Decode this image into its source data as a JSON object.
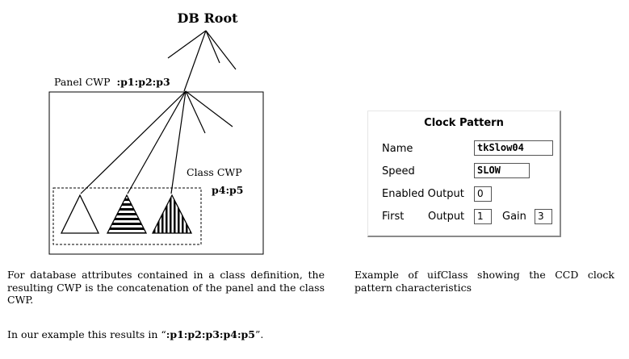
{
  "diagram": {
    "root_label": "DB Root",
    "panel_label_prefix": "Panel CWP",
    "panel_label_path": ":p1:p2:p3",
    "class_label": "Class CWP",
    "class_label_path": "p4:p5"
  },
  "clock_pattern": {
    "title": "Clock Pattern",
    "name_label": "Name",
    "name_value": "tkSlow04",
    "speed_label": "Speed",
    "speed_value": "SLOW",
    "enabled_output_label": "Enabled Output",
    "enabled_output_value": "0",
    "first_label": "First",
    "output_label": "Output",
    "output_value": "1",
    "gain_label": "Gain",
    "gain_value": "3"
  },
  "captions": {
    "left": "For database attributes contained in a class definition, the resulting CWP is the concatenation of the panel and the class CWP.",
    "example_prefix": "In our example this results in “",
    "example_path": ":p1:p2:p3:p4:p5",
    "example_suffix": "”.",
    "right": "Example of uifClass showing the CCD clock pattern characteristics"
  }
}
